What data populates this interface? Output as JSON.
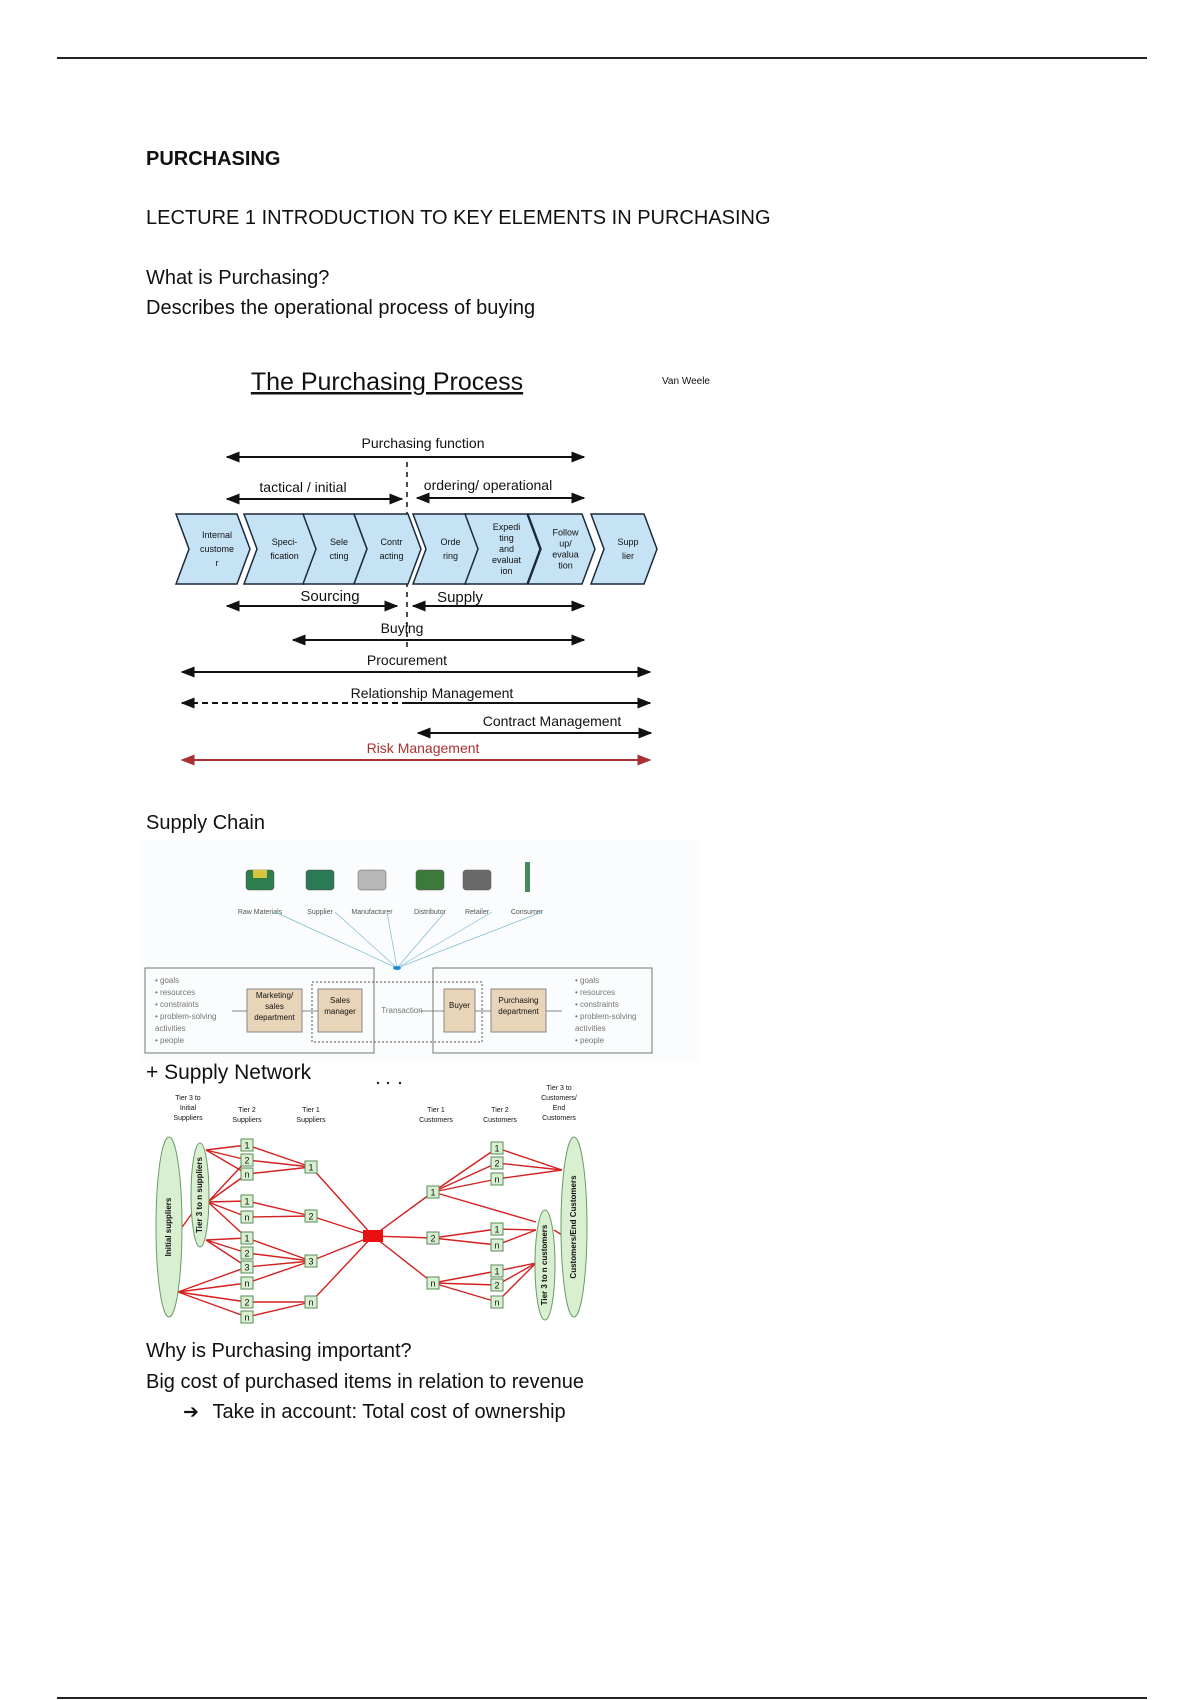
{
  "heading": "PURCHASING",
  "lecture_title": "LECTURE 1 INTRODUCTION TO KEY ELEMENTS IN PURCHASING",
  "q1": "What is Purchasing?",
  "a1": "Describes the operational process of buying",
  "process_figure": {
    "title": "The Purchasing Process",
    "credit": "Van Weele",
    "purchasing_function": "Purchasing function",
    "tactical": "tactical / initial",
    "ordering": "ordering/ operational",
    "steps": [
      [
        "Internal",
        "custome",
        "r"
      ],
      [
        "Speci-",
        "fication"
      ],
      [
        "Sele",
        "cting"
      ],
      [
        "Contr",
        "acting"
      ],
      [
        "Orde",
        "ring"
      ],
      [
        "Expedi",
        "ting",
        "and",
        "evaluat",
        "ion"
      ],
      [
        "Follow",
        "up/",
        "evalua",
        "tion"
      ],
      [
        "Supp",
        "lier"
      ]
    ],
    "sourcing": "Sourcing",
    "supply": "Supply",
    "buying": "Buying",
    "procurement": "Procurement",
    "relationship": "Relationship Management",
    "contract": "Contract Management",
    "risk": "Risk Management",
    "step_fill": "#c6e3f5",
    "risk_color": "#a83232"
  },
  "supply_chain_heading": "Supply Chain",
  "chain_figure": {
    "stages": [
      "Raw Materials",
      "Supplier",
      "Manufacturer",
      "Distributor",
      "Retailer",
      "Consumer"
    ],
    "left_bullets": [
      "goals",
      "resources",
      "constraints",
      "problem-solving",
      "activities",
      "people"
    ],
    "right_bullets": [
      "goals",
      "resources",
      "constraints",
      "problem-solving",
      "activities",
      "people"
    ],
    "marketing": [
      "Marketing/",
      "sales",
      "department"
    ],
    "sales_manager": [
      "Sales",
      "manager"
    ],
    "transaction": "Transaction",
    "buyer": "Buyer",
    "purchasing_dept": [
      "Purchasing",
      "department"
    ],
    "box_fill": "#e8d5b9"
  },
  "supply_network_heading": "+ Supply Network",
  "network_figure": {
    "headers": {
      "t3s": [
        "Tier 3 to",
        "Initial",
        "Suppliers"
      ],
      "t2s": [
        "Tier 2",
        "Suppliers"
      ],
      "t1s": [
        "Tier 1",
        "Suppliers"
      ],
      "t1c": [
        "Tier 1",
        "Customers"
      ],
      "t2c": [
        "Tier 2",
        "Customers"
      ],
      "t3c": [
        "Tier 3 to",
        "Customers/",
        "End",
        "Customers"
      ]
    },
    "ellipses": [
      "Initial suppliers",
      "Tier 3 to n suppliers",
      "Tier 3 to n customers",
      "Customers/End Customers"
    ],
    "tier2_suppliers": [
      "1",
      "2",
      "n",
      "1",
      "n",
      "1",
      "2",
      "3",
      "n",
      "2",
      "n"
    ],
    "tier1_suppliers": [
      "1",
      "2",
      "3",
      "n"
    ],
    "tier1_customers": [
      "1",
      "2",
      "n"
    ],
    "tier2_customers": [
      "1",
      "2",
      "n",
      "1",
      "n",
      "1",
      "2",
      "n"
    ],
    "edge_color": "#d42020",
    "node_fill": "#d8f0d0"
  },
  "q2": "Why is Purchasing important?",
  "a2": "Big cost of purchased items in relation to revenue",
  "bullet_icon": "right-arrow-icon",
  "bullet_arrow": "➔",
  "bullet_text": "Take in account: Total cost of ownership"
}
